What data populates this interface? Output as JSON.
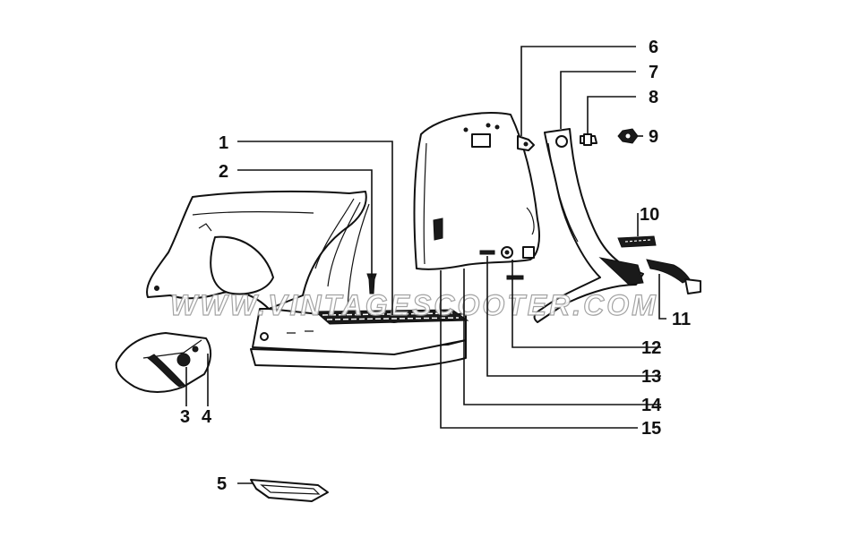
{
  "callouts": [
    {
      "id": "1",
      "label": "1"
    },
    {
      "id": "2",
      "label": "2"
    },
    {
      "id": "3",
      "label": "3"
    },
    {
      "id": "4",
      "label": "4"
    },
    {
      "id": "5",
      "label": "5"
    },
    {
      "id": "6",
      "label": "6"
    },
    {
      "id": "7",
      "label": "7"
    },
    {
      "id": "8",
      "label": "8"
    },
    {
      "id": "9",
      "label": "9"
    },
    {
      "id": "10",
      "label": "10"
    },
    {
      "id": "11",
      "label": "11"
    },
    {
      "id": "12",
      "label": "12"
    },
    {
      "id": "13",
      "label": "13"
    },
    {
      "id": "14",
      "label": "14"
    },
    {
      "id": "15",
      "label": "15"
    }
  ],
  "watermark": "WWW.VINTAGESCOOTER.COM",
  "colors": {
    "ink": "#111111",
    "background": "#ffffff",
    "watermark_outline": "#9a9a9a"
  }
}
